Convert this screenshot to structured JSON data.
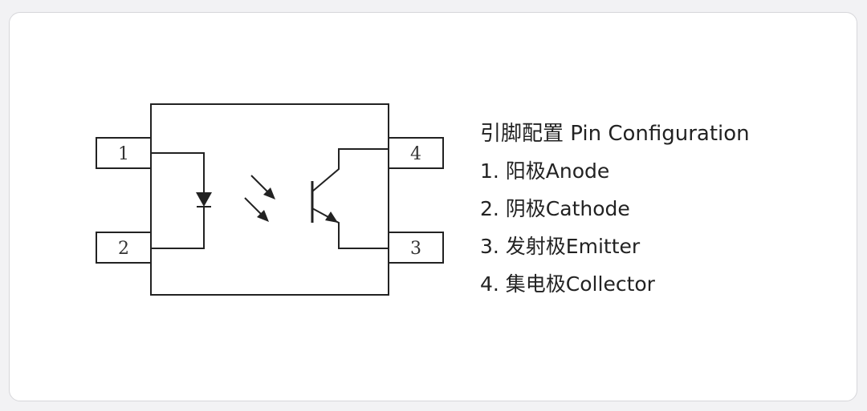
{
  "legend": {
    "title": "引脚配置 Pin Configuration",
    "items": [
      "1. 阳极Anode",
      "2. 阴极Cathode",
      "3. 发射极Emitter",
      "4. 集电极Collector"
    ]
  },
  "pins": {
    "pin1": "1",
    "pin2": "2",
    "pin3": "3",
    "pin4": "4"
  },
  "colors": {
    "stroke": "#222222",
    "text": "#222222"
  }
}
